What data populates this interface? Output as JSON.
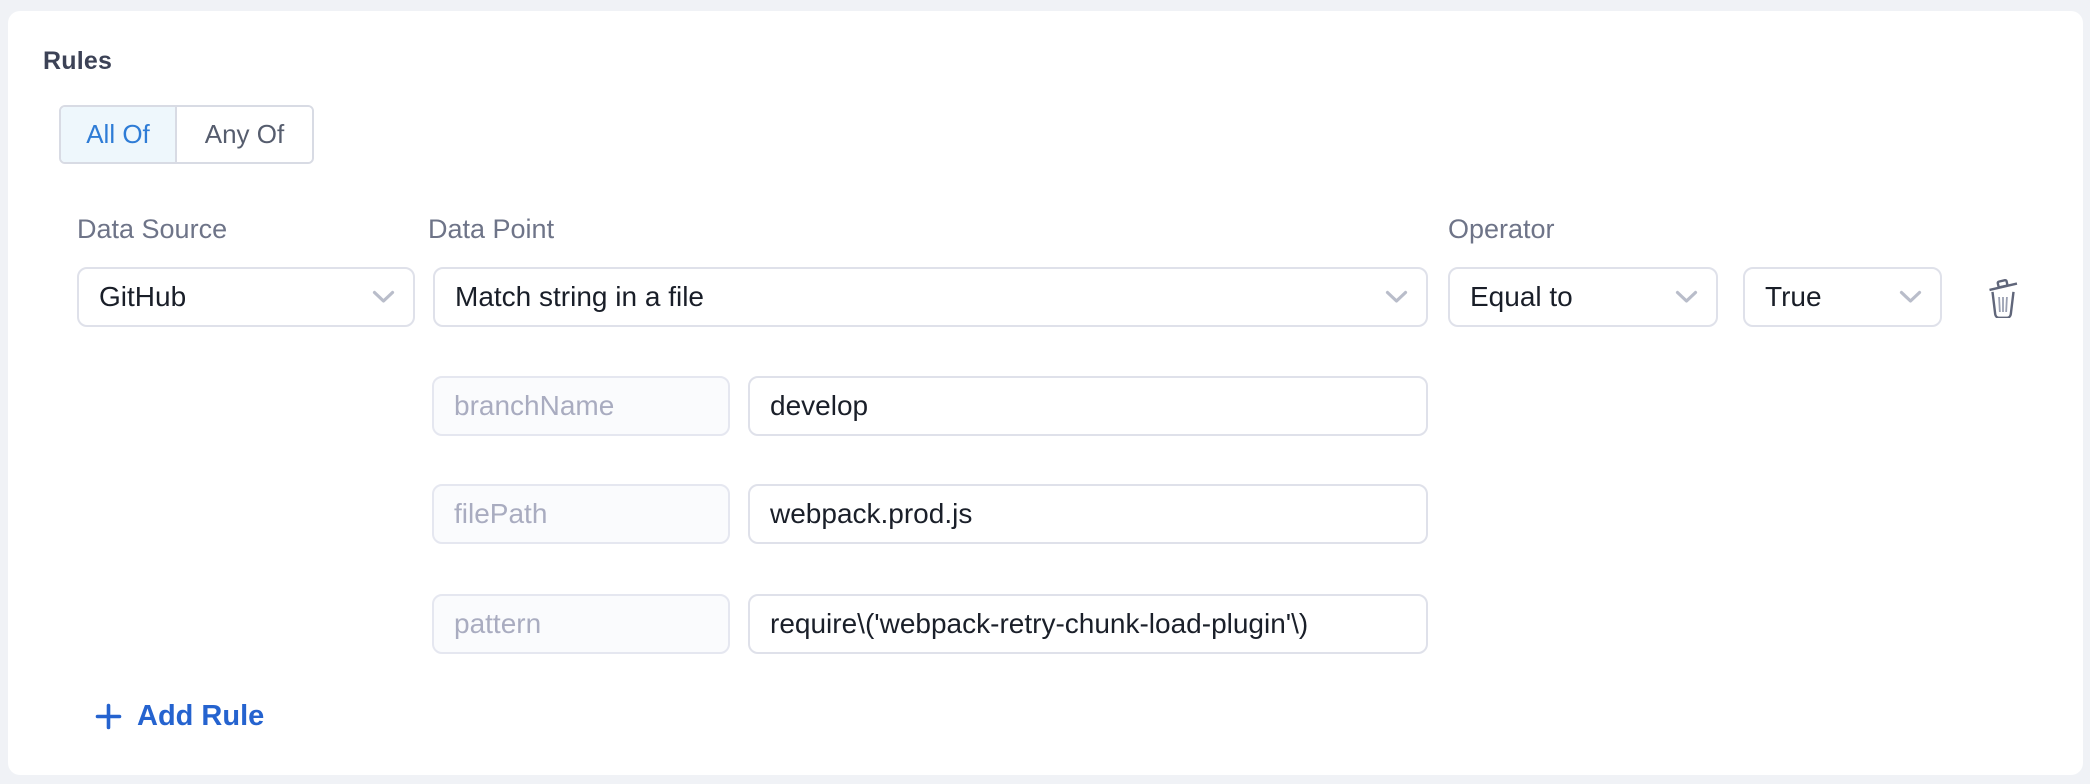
{
  "page": {
    "background": "#f0f2f6",
    "card_background": "#ffffff"
  },
  "rules_section": {
    "title": "Rules",
    "combinator": {
      "all_of_label": "All Of",
      "any_of_label": "Any Of",
      "selected": "All Of"
    },
    "rule": {
      "data_source": {
        "label": "Data Source",
        "selected": "GitHub"
      },
      "data_point": {
        "label": "Data Point",
        "selected": "Match string in a file"
      },
      "operator": {
        "label": "Operator",
        "selected": "Equal to"
      },
      "expected_value": {
        "selected": "True"
      },
      "params": [
        {
          "name": "branchName",
          "value": "develop"
        },
        {
          "name": "filePath",
          "value": "webpack.prod.js"
        },
        {
          "name": "pattern",
          "value": "require\\('webpack-retry-chunk-load-plugin'\\)"
        }
      ]
    },
    "add_rule": {
      "label": "Add Rule"
    }
  },
  "icons": {
    "chevron": "chevron-down-icon",
    "trash": "trash-icon",
    "plus": "plus-icon"
  },
  "colors": {
    "accent_blue": "#2e7cd6",
    "link_blue": "#2563cf",
    "selected_segment_bg": "#eef7fc",
    "control_border": "#dfe1ea",
    "param_name_bg": "#fafbfd",
    "label_text": "#6e7488",
    "value_text": "#1a1f29",
    "placeholder_text": "#a9acc0",
    "heading_text": "#3c4256"
  }
}
